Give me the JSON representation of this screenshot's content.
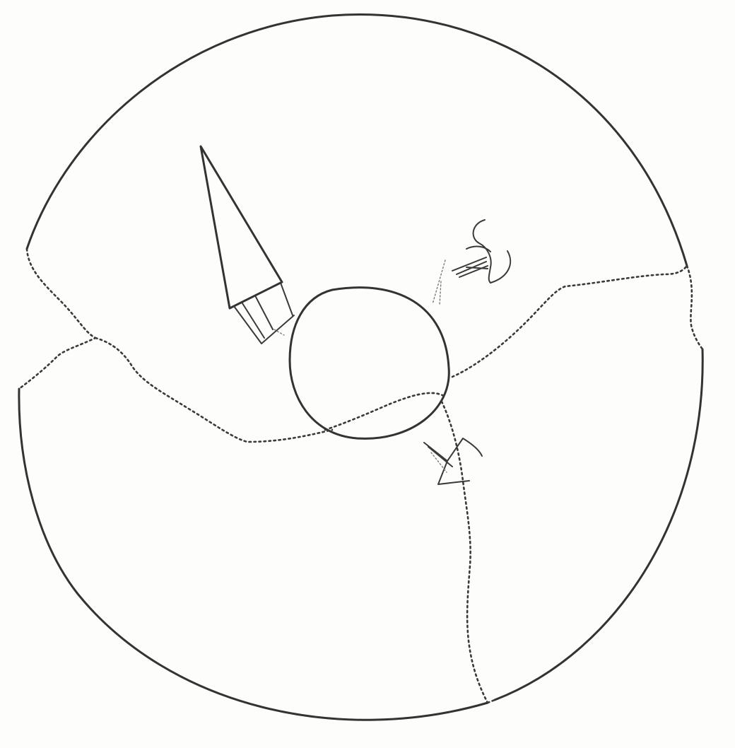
{
  "figure": {
    "style": "line drawing",
    "line_color": "#333333",
    "background_color": "#fdfdfc",
    "fragment_count": 3,
    "motifs": [
      "spearhead",
      "bracket-curves",
      "bent-arrow"
    ]
  }
}
